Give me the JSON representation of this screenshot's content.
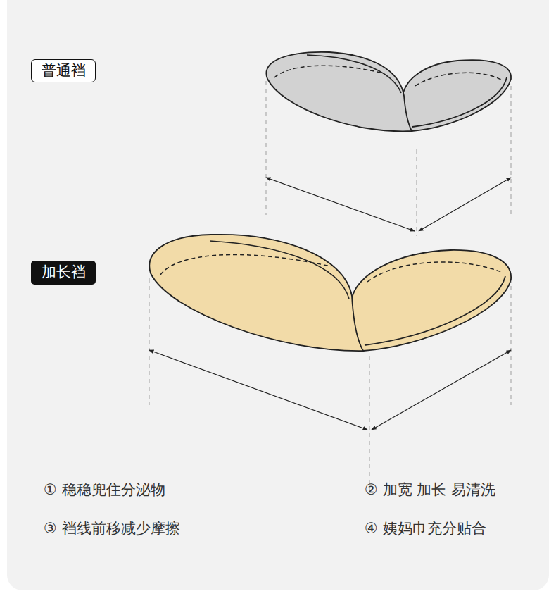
{
  "diagram": {
    "nodes": [
      {
        "text": [
          "普通裆"
        ]
      },
      {
        "text": [
          "加长裆"
        ]
      }
    ],
    "labels": [
      "① 稳稳兜住分泌物",
      "② 加宽 加长 易清洗",
      "③ 裆线前移减少摩擦",
      "④ 姨妈巾充分贴合"
    ]
  }
}
